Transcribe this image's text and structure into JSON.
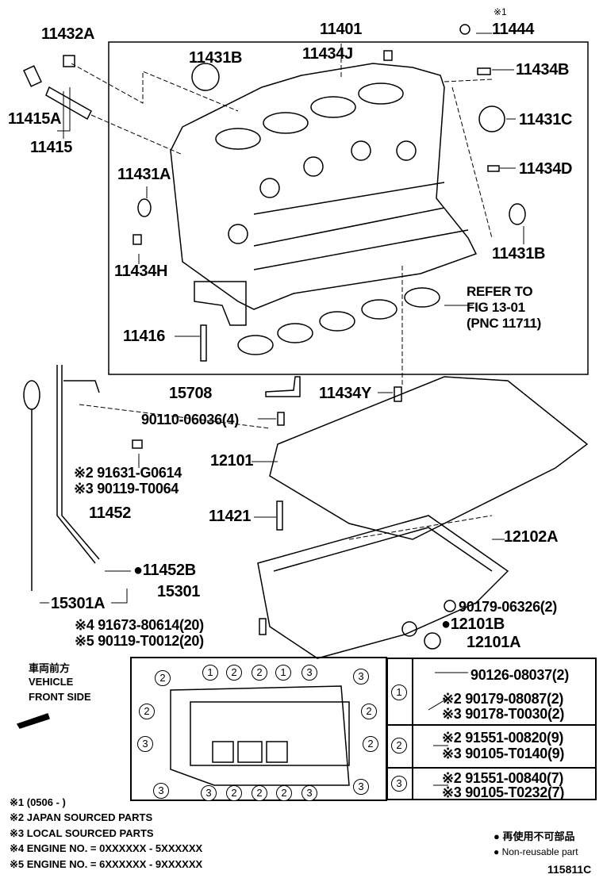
{
  "callouts": {
    "c11432A": "11432A",
    "c11401": "11401",
    "note1": "※1",
    "c11444": "11444",
    "c11434J": "11434J",
    "c11431B_top": "11431B",
    "c11434B": "11434B",
    "c11415A": "11415A",
    "c11431C": "11431C",
    "c11415": "11415",
    "c11434D": "11434D",
    "c11431A": "11431A",
    "c11431B_right": "11431B",
    "c11434H": "11434H",
    "c11416": "11416",
    "c15708": "15708",
    "c11434Y": "11434Y",
    "c90110": "90110-06036(4)",
    "c91631": "※2 91631-G0614",
    "c90119a": "※3 90119-T0064",
    "c12101": "12101",
    "c11452": "11452",
    "c11421": "11421",
    "c12102A": "12102A",
    "c11452B": "●11452B",
    "c15301A": "15301A",
    "c15301": "15301",
    "c90179": "90179-06326(2)",
    "c91673": "※4 91673-80614(20)",
    "c90119b": "※5 90119-T0012(20)",
    "c12101B": "●12101B",
    "c12101A": "12101A"
  },
  "refer": {
    "line1": "REFER TO",
    "line2": "FIG 13-01",
    "line3": "(PNC 11711)"
  },
  "front": {
    "jp": "車両前方",
    "line1": "VEHICLE",
    "line2": "FRONT SIDE"
  },
  "inset": {
    "markers": [
      "2",
      "1",
      "2",
      "2",
      "1",
      "3",
      "3",
      "2",
      "3",
      "3",
      "2",
      "2",
      "3",
      "3",
      "2",
      "2",
      "2",
      "3"
    ]
  },
  "table": {
    "rows": [
      {
        "marker": "1",
        "parts": [
          "90126-08037(2)",
          "※2 90179-08087(2)",
          "※3 90178-T0030(2)"
        ]
      },
      {
        "marker": "2",
        "parts": [
          "※2 91551-00820(9)",
          "※3 90105-T0140(9)"
        ]
      },
      {
        "marker": "3",
        "parts": [
          "※2 91551-00840(7)",
          "※3 90105-T0232(7)"
        ]
      }
    ]
  },
  "notes": [
    "※1 (0506 -        )",
    "※2 JAPAN SOURCED PARTS",
    "※3 LOCAL SOURCED PARTS",
    "※4 ENGINE NO. = 0XXXXXX - 5XXXXXX",
    "※5 ENGINE NO. = 6XXXXXX - 9XXXXXX"
  ],
  "legend": {
    "jp": "● 再使用不可部品",
    "en": "● Non-reusable part"
  },
  "figure_id": "115811C"
}
